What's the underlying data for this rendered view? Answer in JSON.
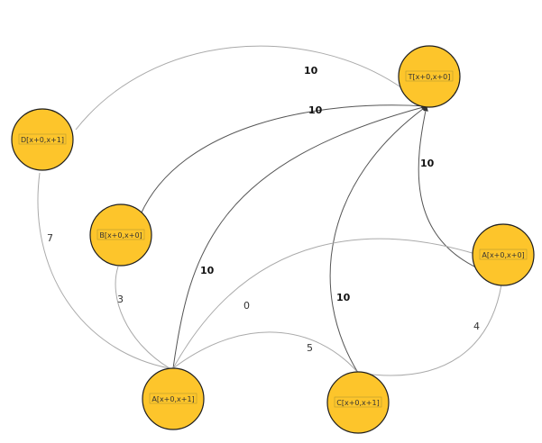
{
  "nodes": [
    {
      "id": "T",
      "label": "T[x+0,x+0]"
    },
    {
      "id": "D",
      "label": "D[x+0,x+1]"
    },
    {
      "id": "B",
      "label": "B[x+0,x+0]"
    },
    {
      "id": "Ar",
      "label": "A[x+0,x+0]"
    },
    {
      "id": "Ab",
      "label": "A[x+0,x+1]"
    },
    {
      "id": "C",
      "label": "C[x+0,x+1]"
    }
  ],
  "edges": [
    {
      "from": "D",
      "to": "T",
      "weight": "10"
    },
    {
      "from": "B",
      "to": "T",
      "weight": "10"
    },
    {
      "from": "Ab",
      "to": "T",
      "weight": "10"
    },
    {
      "from": "C",
      "to": "T",
      "weight": "10"
    },
    {
      "from": "Ar",
      "to": "T",
      "weight": "10"
    },
    {
      "from": "Ab",
      "to": "D",
      "weight": "7"
    },
    {
      "from": "Ab",
      "to": "B",
      "weight": "3"
    },
    {
      "from": "Ab",
      "to": "Ar",
      "weight": "0"
    },
    {
      "from": "Ab",
      "to": "C",
      "weight": "5"
    },
    {
      "from": "Ar",
      "to": "C",
      "weight": "4"
    }
  ]
}
